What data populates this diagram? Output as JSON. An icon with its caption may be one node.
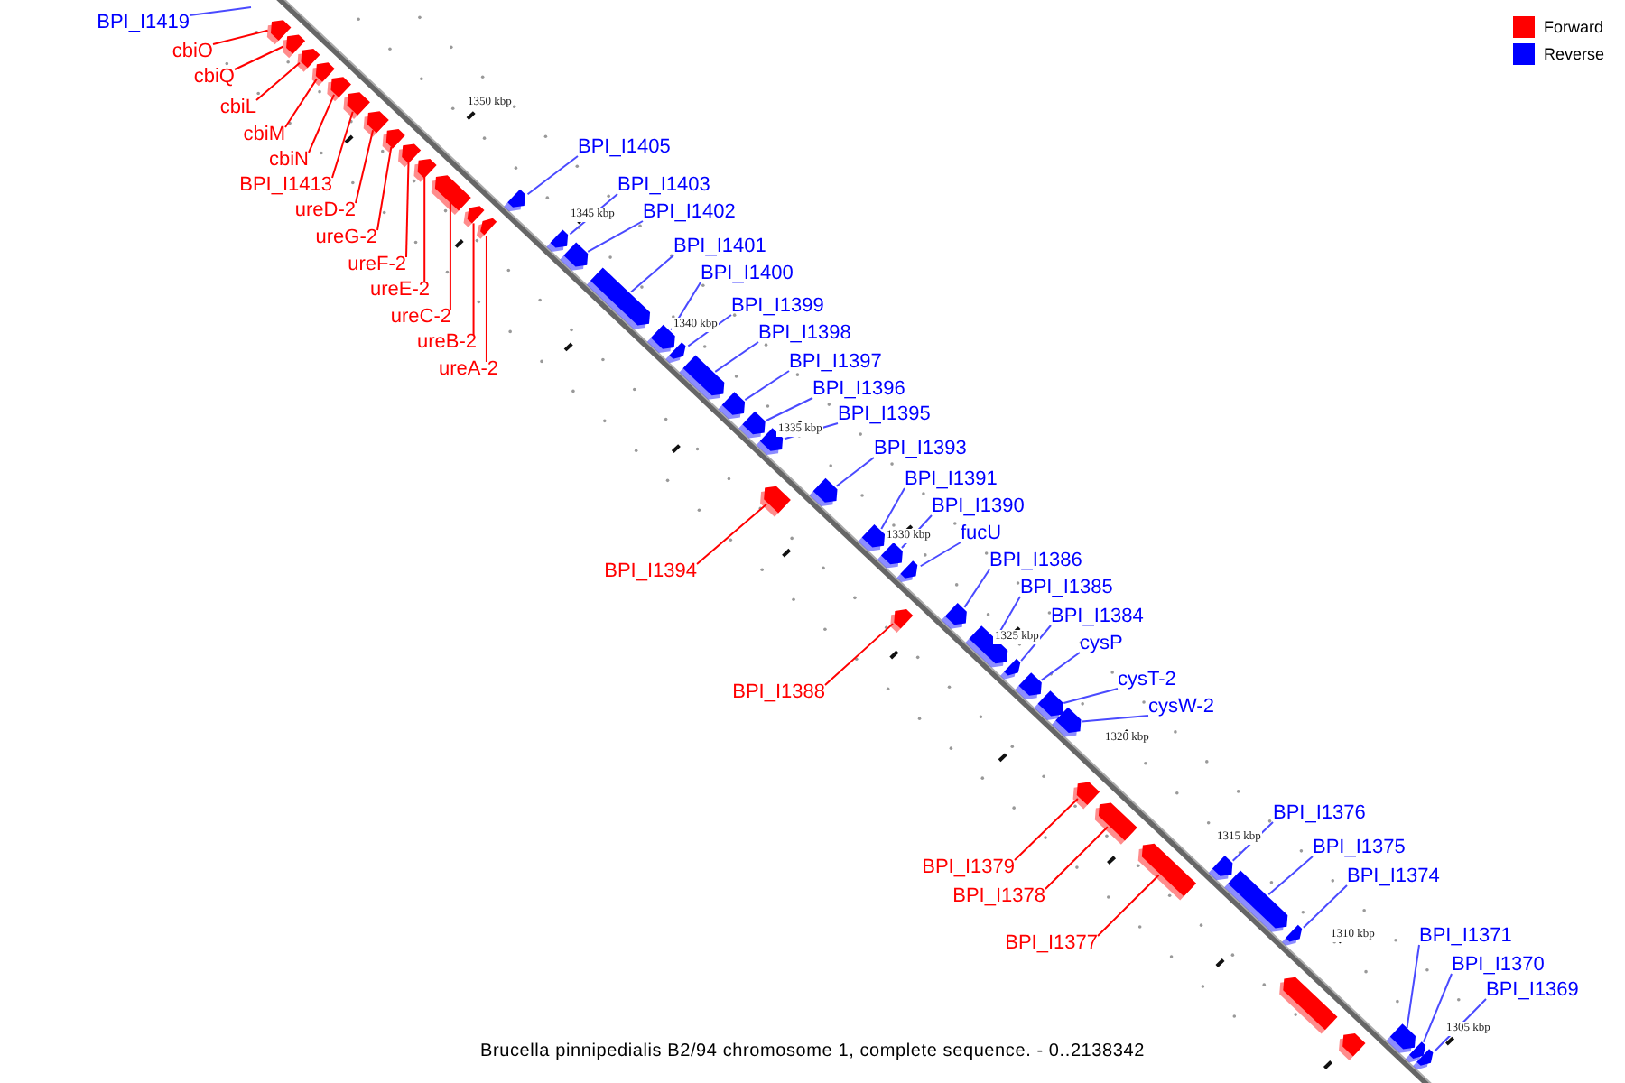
{
  "diagram": {
    "caption": "Brucella pinnipedialis B2/94 chromosome 1, complete sequence. - 0..2138342",
    "nodes": [
      {
        "text": [
          "BPI_I1419"
        ]
      },
      {
        "text": [
          "cbiO"
        ]
      },
      {
        "text": [],
        "shape": "arrow"
      },
      {
        "text": [
          "cbiQ"
        ]
      },
      {
        "text": [],
        "shape": "arrow"
      },
      {
        "text": [
          "cbiL"
        ]
      },
      {
        "text": [],
        "shape": "arrow"
      },
      {
        "text": [
          "cbiM"
        ]
      },
      {
        "text": [],
        "shape": "arrow"
      },
      {
        "text": [
          "cbiN"
        ]
      },
      {
        "text": [],
        "shape": "arrow"
      },
      {
        "text": [
          "BPI_I1413"
        ]
      },
      {
        "text": [],
        "shape": "arrow"
      },
      {
        "text": [
          "ureD-2"
        ]
      },
      {
        "text": [],
        "shape": "arrow"
      },
      {
        "text": [
          "ureG-2"
        ]
      },
      {
        "text": [],
        "shape": "arrow"
      },
      {
        "text": [
          "ureF-2"
        ]
      },
      {
        "text": [],
        "shape": "arrow"
      },
      {
        "text": [
          "ureE-2"
        ]
      },
      {
        "text": [],
        "shape": "arrow"
      },
      {
        "text": [
          "ureC-2"
        ]
      },
      {
        "text": [],
        "shape": "arrow"
      },
      {
        "text": [
          "ureB-2"
        ]
      },
      {
        "text": [],
        "shape": "arrow"
      },
      {
        "text": [
          "ureA-2"
        ]
      },
      {
        "text": [],
        "shape": "arrow"
      },
      {
        "text": [
          "BPI_I1405"
        ]
      },
      {
        "text": [],
        "shape": "arrow"
      },
      {
        "text": [
          "BPI_I1403"
        ]
      },
      {
        "text": [],
        "shape": "arrow"
      },
      {
        "text": [
          "BPI_I1402"
        ]
      },
      {
        "text": [],
        "shape": "arrow"
      },
      {
        "text": [
          "BPI_I1401"
        ]
      },
      {
        "text": [],
        "shape": "arrow"
      },
      {
        "text": [
          "BPI_I1400"
        ]
      },
      {
        "text": [],
        "shape": "arrow"
      },
      {
        "text": [
          "BPI_I1399"
        ]
      },
      {
        "text": [],
        "shape": "arrow"
      },
      {
        "text": [
          "BPI_I1398"
        ]
      },
      {
        "text": [],
        "shape": "arrow"
      },
      {
        "text": [
          "BPI_I1397"
        ]
      },
      {
        "text": [],
        "shape": "arrow"
      },
      {
        "text": [
          "BPI_I1396"
        ]
      },
      {
        "text": [],
        "shape": "arrow"
      },
      {
        "text": [
          "BPI_I1395"
        ]
      },
      {
        "text": [],
        "shape": "arrow"
      },
      {
        "text": [
          "BPI_I1393"
        ]
      },
      {
        "text": [],
        "shape": "arrow"
      },
      {
        "text": [
          "BPI_I1391"
        ]
      },
      {
        "text": [],
        "shape": "arrow"
      },
      {
        "text": [
          "BPI_I1390"
        ]
      },
      {
        "text": [],
        "shape": "arrow"
      },
      {
        "text": [
          "fucU"
        ]
      },
      {
        "text": [],
        "shape": "arrow"
      },
      {
        "text": [
          "BPI_I1386"
        ]
      },
      {
        "text": [],
        "shape": "arrow"
      },
      {
        "text": [
          "BPI_I1385"
        ]
      },
      {
        "text": [],
        "shape": "arrow"
      },
      {
        "text": [
          "BPI_I1384"
        ]
      },
      {
        "text": [],
        "shape": "arrow"
      },
      {
        "text": [
          "cysP"
        ]
      },
      {
        "text": [],
        "shape": "arrow"
      },
      {
        "text": [
          "cysT-2"
        ]
      },
      {
        "text": [],
        "shape": "arrow"
      },
      {
        "text": [
          "cysW-2"
        ]
      },
      {
        "text": [],
        "shape": "arrow"
      },
      {
        "text": [
          "BPI_I1376"
        ]
      },
      {
        "text": [],
        "shape": "arrow"
      },
      {
        "text": [
          "BPI_I1375"
        ]
      },
      {
        "text": [],
        "shape": "arrow"
      },
      {
        "text": [
          "BPI_I1374"
        ]
      },
      {
        "text": [],
        "shape": "arrow"
      },
      {
        "text": [
          "BPI_I1371"
        ]
      },
      {
        "text": [],
        "shape": "arrow"
      },
      {
        "text": [
          "BPI_I1370"
        ]
      },
      {
        "text": [],
        "shape": "arrow"
      },
      {
        "text": [
          "BPI_I1369"
        ]
      },
      {
        "text": [],
        "shape": "arrow"
      },
      {
        "text": [
          "BPI_I1394"
        ]
      },
      {
        "text": [],
        "shape": "arrow"
      },
      {
        "text": [
          "BPI_I1388"
        ]
      },
      {
        "text": [],
        "shape": "arrow"
      },
      {
        "text": [
          "BPI_I1379"
        ]
      },
      {
        "text": [],
        "shape": "arrow"
      },
      {
        "text": [
          "BPI_I1378"
        ]
      },
      {
        "text": [],
        "shape": "arrow"
      },
      {
        "text": [
          "BPI_I1377"
        ]
      },
      {
        "text": [],
        "shape": "arrow"
      },
      {
        "text": [],
        "shape": "arrow"
      },
      {
        "text": [],
        "shape": "arrow"
      }
    ],
    "edges": [
      {
        "from": 0,
        "to": null,
        "arrow": "none"
      },
      {
        "from": 1,
        "to": 2,
        "arrow": "none",
        "color": "#ff0000"
      },
      {
        "from": 3,
        "to": 4,
        "arrow": "none",
        "color": "#ff0000"
      },
      {
        "from": 5,
        "to": 6,
        "arrow": "none",
        "color": "#ff0000"
      },
      {
        "from": 7,
        "to": 8,
        "arrow": "none",
        "color": "#ff0000"
      },
      {
        "from": 9,
        "to": 10,
        "arrow": "none",
        "color": "#ff0000"
      },
      {
        "from": 11,
        "to": 12,
        "arrow": "none",
        "color": "#ff0000"
      },
      {
        "from": 13,
        "to": 14,
        "arrow": "none",
        "color": "#ff0000"
      },
      {
        "from": 15,
        "to": 16,
        "arrow": "none",
        "color": "#ff0000"
      },
      {
        "from": 17,
        "to": 18,
        "arrow": "none",
        "color": "#ff0000"
      },
      {
        "from": 19,
        "to": 20,
        "arrow": "none",
        "color": "#ff0000"
      },
      {
        "from": 21,
        "to": 22,
        "arrow": "none",
        "color": "#ff0000"
      },
      {
        "from": 23,
        "to": 24,
        "arrow": "none",
        "color": "#ff0000"
      },
      {
        "from": 25,
        "to": 26,
        "arrow": "none",
        "color": "#ff0000"
      },
      {
        "from": 27,
        "to": 28,
        "arrow": "none"
      },
      {
        "from": 29,
        "to": 30,
        "arrow": "none"
      },
      {
        "from": 31,
        "to": 32,
        "arrow": "none"
      },
      {
        "from": 33,
        "to": 34,
        "arrow": "none"
      },
      {
        "from": 35,
        "to": 36,
        "arrow": "none"
      },
      {
        "from": 37,
        "to": 38,
        "arrow": "none"
      },
      {
        "from": 39,
        "to": 40,
        "arrow": "none"
      },
      {
        "from": 41,
        "to": 42,
        "arrow": "none"
      },
      {
        "from": 43,
        "to": 44,
        "arrow": "none"
      },
      {
        "from": 45,
        "to": 46,
        "arrow": "none"
      },
      {
        "from": 47,
        "to": 48,
        "arrow": "none"
      },
      {
        "from": 49,
        "to": 50,
        "arrow": "none"
      },
      {
        "from": 51,
        "to": 52,
        "arrow": "none"
      },
      {
        "from": 53,
        "to": 54,
        "arrow": "none"
      },
      {
        "from": 55,
        "to": 56,
        "arrow": "none"
      },
      {
        "from": 57,
        "to": 58,
        "arrow": "none"
      },
      {
        "from": 59,
        "to": 60,
        "arrow": "none"
      },
      {
        "from": 61,
        "to": 62,
        "arrow": "none"
      },
      {
        "from": 63,
        "to": 64,
        "arrow": "none"
      },
      {
        "from": 65,
        "to": 66,
        "arrow": "none"
      },
      {
        "from": 67,
        "to": 68,
        "arrow": "none"
      },
      {
        "from": 69,
        "to": 70,
        "arrow": "none"
      },
      {
        "from": 71,
        "to": 72,
        "arrow": "none"
      },
      {
        "from": 73,
        "to": 74,
        "arrow": "none"
      },
      {
        "from": 75,
        "to": 76,
        "arrow": "none"
      },
      {
        "from": 77,
        "to": 78,
        "arrow": "none"
      },
      {
        "from": 79,
        "to": 80,
        "arrow": "none",
        "color": "#ff0000"
      },
      {
        "from": 81,
        "to": 82,
        "arrow": "none",
        "color": "#ff0000"
      },
      {
        "from": 83,
        "to": 84,
        "arrow": "none",
        "color": "#ff0000"
      },
      {
        "from": 85,
        "to": 86,
        "arrow": "none",
        "color": "#ff0000"
      },
      {
        "from": 87,
        "to": 88,
        "arrow": "none",
        "color": "#ff0000"
      }
    ],
    "labels": [
      "1350 kbp",
      "1345 kbp",
      "1340 kbp",
      "1335 kbp",
      "1330 kbp",
      "1325 kbp",
      "1320 kbp",
      "1315 kbp",
      "1310 kbp",
      "1305 kbp"
    ],
    "legend": [
      {
        "text": "Forward",
        "color": "#ff0000"
      },
      {
        "text": "Reverse",
        "color": "#0000ff"
      }
    ]
  }
}
